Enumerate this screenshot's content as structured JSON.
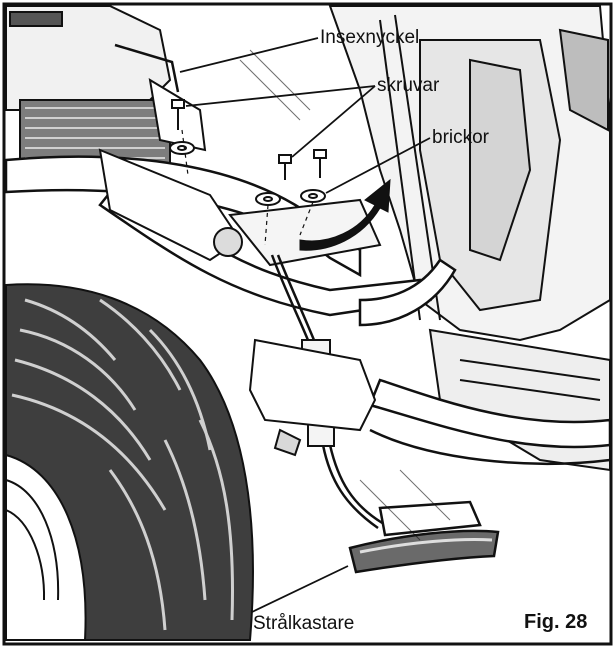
{
  "labels": {
    "allen_key": "Insexnyckel",
    "screws": "skruvar",
    "washers": "brickor",
    "headlight": "Strålkastare"
  },
  "figure_number": "Fig. 28",
  "colors": {
    "line": "#111111",
    "background": "#ffffff",
    "shade_light": "#e4e4e4",
    "shade_mid": "#9a9a9a",
    "shade_dark": "#2a2a2a"
  },
  "icons": [
    "allen-key-icon",
    "screw-icon",
    "washer-icon",
    "headlight-icon",
    "rotation-arrow-icon",
    "tire-icon"
  ]
}
